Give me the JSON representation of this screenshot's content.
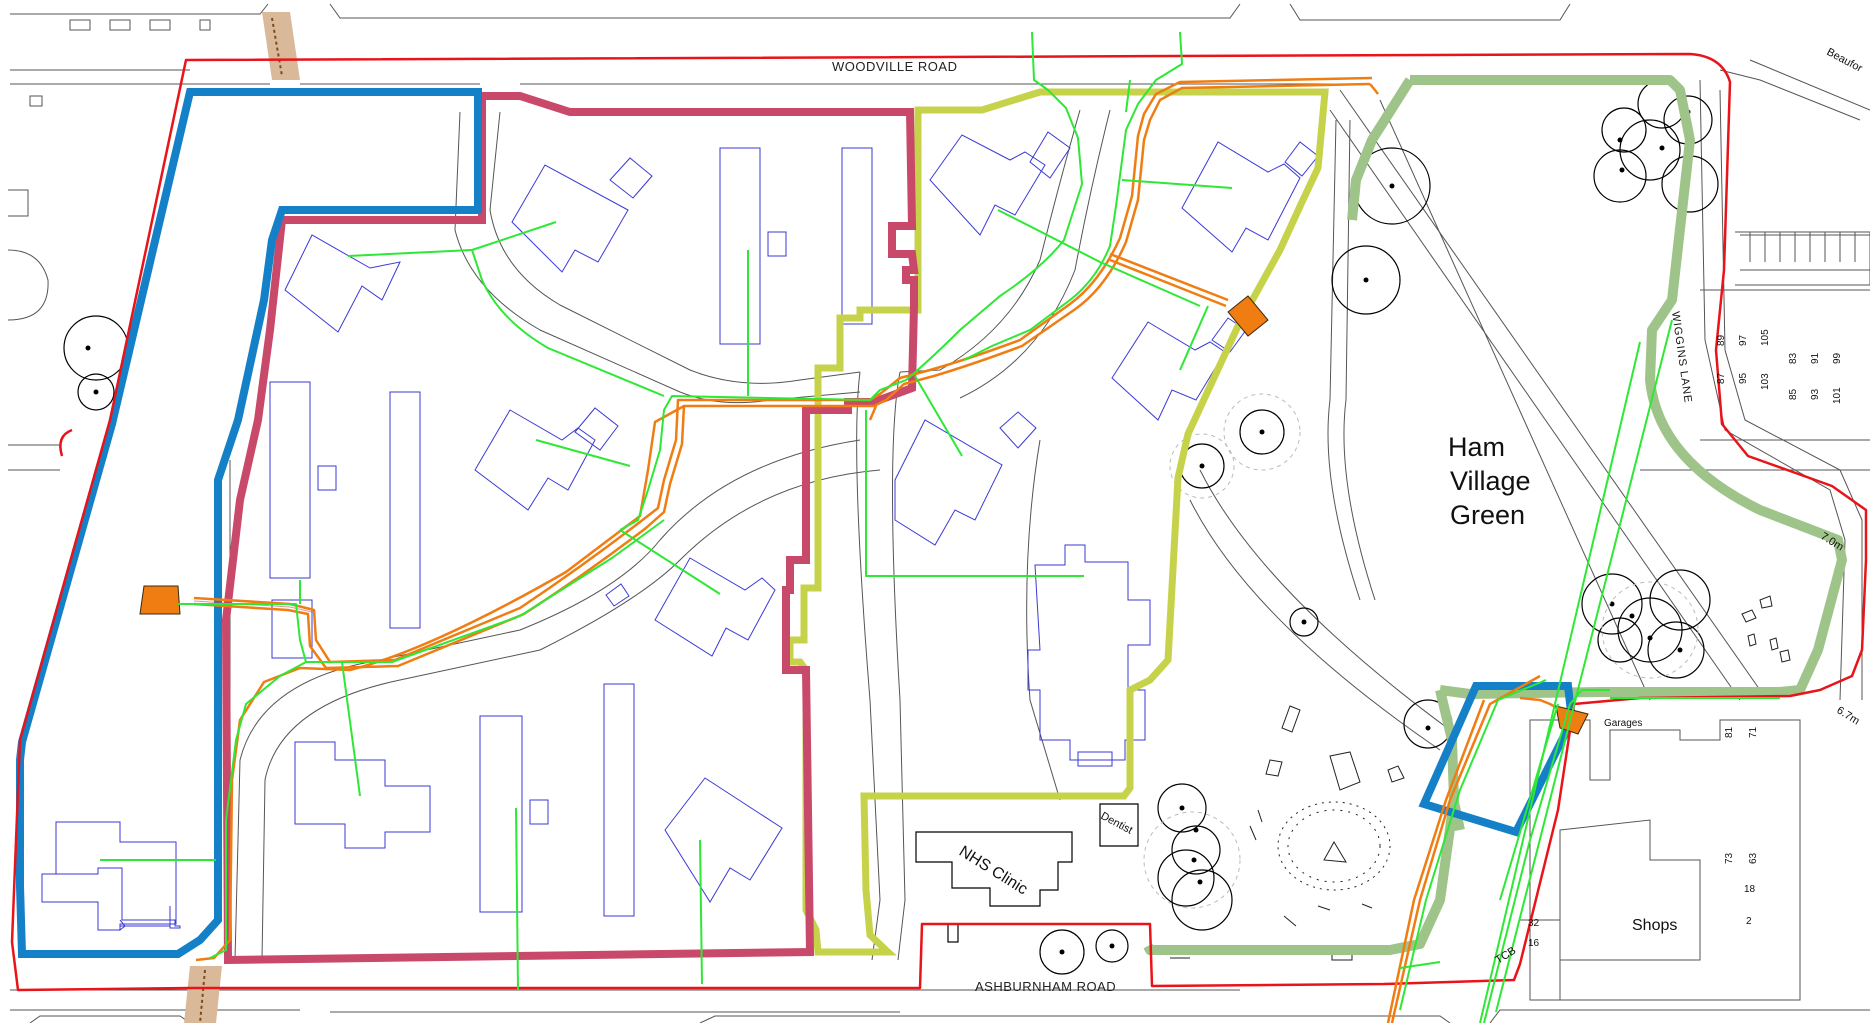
{
  "roads": {
    "woodville": "WOODVILLE ROAD",
    "ashburnham": "ASHBURNHAM ROAD",
    "wiggins": "WIGGINS LANE",
    "beaufort": "Beaufor"
  },
  "green": {
    "line1": "Ham",
    "line2": "Village",
    "line3": "Green"
  },
  "labels": {
    "nhs": "NHS Clinic",
    "dentist": "Dentist",
    "shops": "Shops",
    "garages": "Garages",
    "tcb": "TCB",
    "level_7": "7.0m",
    "level_6": "6.7m"
  },
  "house_numbers": {
    "left_block": [
      "89",
      "97",
      "105",
      "87",
      "95",
      "103"
    ],
    "right_block": [
      "83",
      "91",
      "99",
      "85",
      "93",
      "101"
    ],
    "shops": [
      "81",
      "71",
      "73",
      "63",
      "18",
      "32",
      "16",
      "2"
    ]
  },
  "colors": {
    "site_boundary": "#e8141a",
    "phase_blue": "#1480c8",
    "phase_magenta": "#c8496a",
    "phase_olive": "#c6d34a",
    "phase_sage": "#9fc48a",
    "route_orange": "#f07d12",
    "route_green": "#2de834",
    "building_outline": "#3a3ad6"
  }
}
